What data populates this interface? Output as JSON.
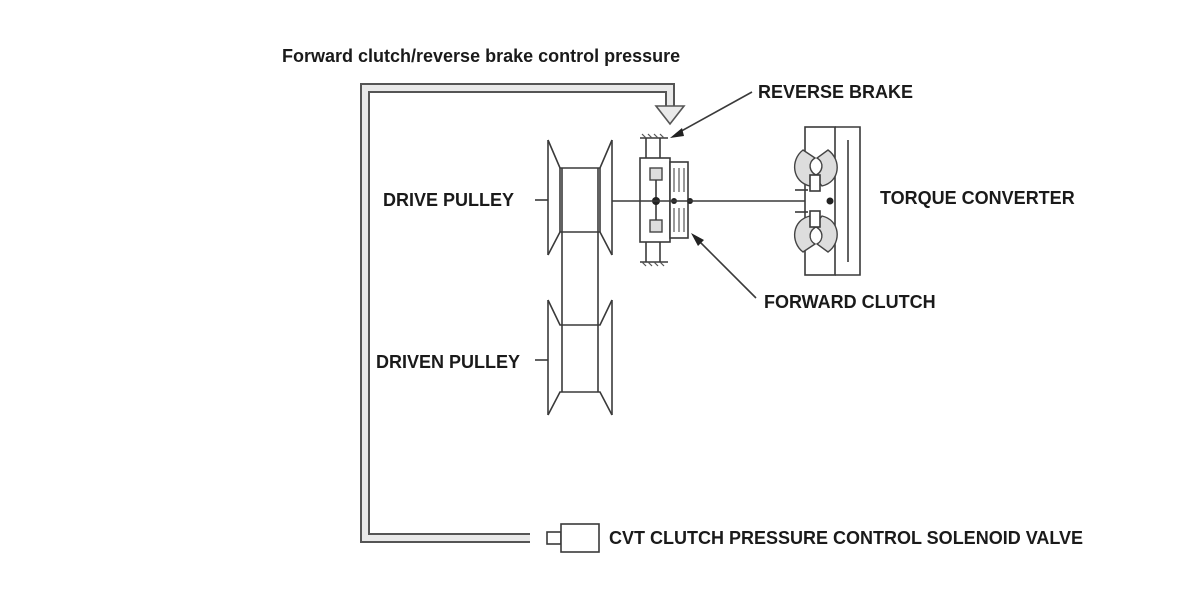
{
  "labels": {
    "pressure_line": "Forward clutch/reverse brake control pressure",
    "reverse_brake": "REVERSE BRAKE",
    "drive_pulley": "DRIVE PULLEY",
    "torque_converter": "TORQUE CONVERTER",
    "forward_clutch": "FORWARD CLUTCH",
    "driven_pulley": "DRIVEN PULLEY",
    "solenoid_valve": "CVT CLUTCH PRESSURE CONTROL SOLENOID VALVE"
  },
  "colors": {
    "line": "#3a3a3a",
    "pipe_fill": "#e9e9e9",
    "text": "#1a1a1a"
  }
}
